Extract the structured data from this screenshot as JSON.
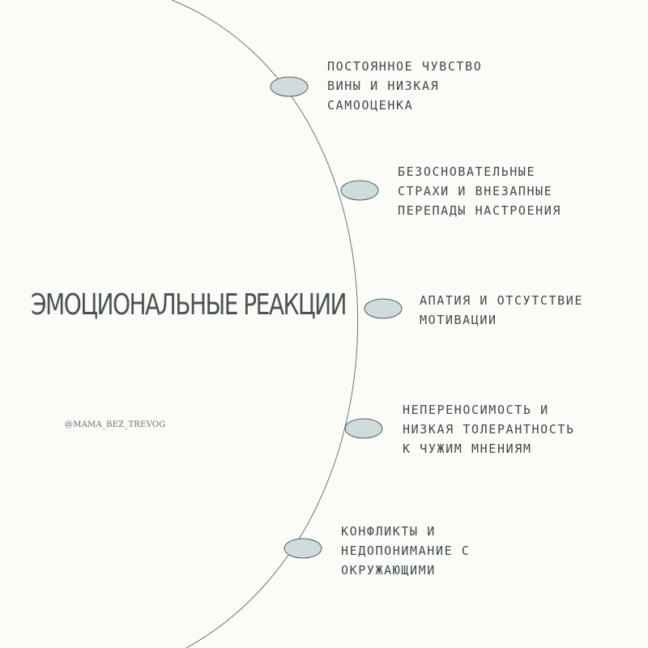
{
  "title": "ЭМОЦИОНАЛЬНЫЕ РЕАКЦИИ",
  "handle": "@MAMA_BEZ_TREVOG",
  "colors": {
    "background": "#fbfbf7",
    "arc": "#6e7679",
    "node_fill": "#cfdcdc",
    "node_stroke": "#2f3b40",
    "text": "#404a4f"
  },
  "items": [
    {
      "lines": [
        "ПОСТОЯННОЕ ЧУВСТВО",
        "ВИНЫ И НИЗКАЯ",
        "САМООЦЕНКА"
      ]
    },
    {
      "lines": [
        "БЕЗОСНОВАТЕЛЬНЫЕ",
        "СТРАХИ И ВНЕЗАПНЫЕ",
        "ПЕРЕПАДЫ НАСТРОЕНИЯ"
      ]
    },
    {
      "lines": [
        "АПАТИЯ И ОТСУТСТВИЕ",
        "МОТИВАЦИИ"
      ]
    },
    {
      "lines": [
        "НЕПЕРЕНОСИМОСТЬ И",
        "НИЗКАЯ ТОЛЕРАНТНОСТЬ",
        "К ЧУЖИМ МНЕНИЯМ"
      ]
    },
    {
      "lines": [
        "КОНФЛИКТЫ И",
        "НЕДОПОНИМАНИЕ С",
        "ОКРУЖАЮЩИМИ"
      ]
    }
  ]
}
